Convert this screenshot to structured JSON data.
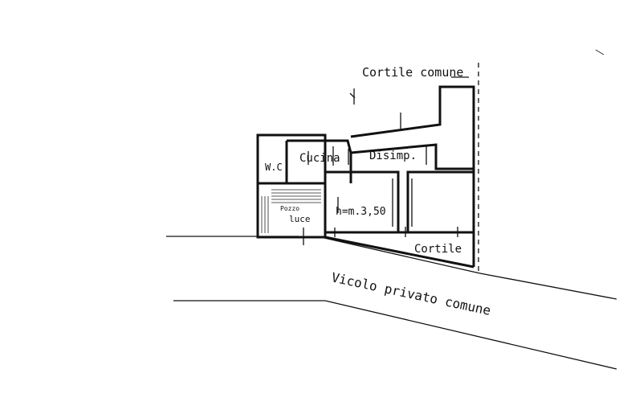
{
  "labels": {
    "cortile_comune": "Cortile comune",
    "wc": "W.C",
    "cucina": "Cucina",
    "disimpegno": "Disimp.",
    "pozzo": "Pozzo",
    "luce": "luce",
    "height": "h=m.3,50",
    "cortile": "Cortile",
    "vicolo_privato_comune": "Vicolo privato comune"
  },
  "style": {
    "ink": "#111111",
    "paper": "#ffffff"
  }
}
